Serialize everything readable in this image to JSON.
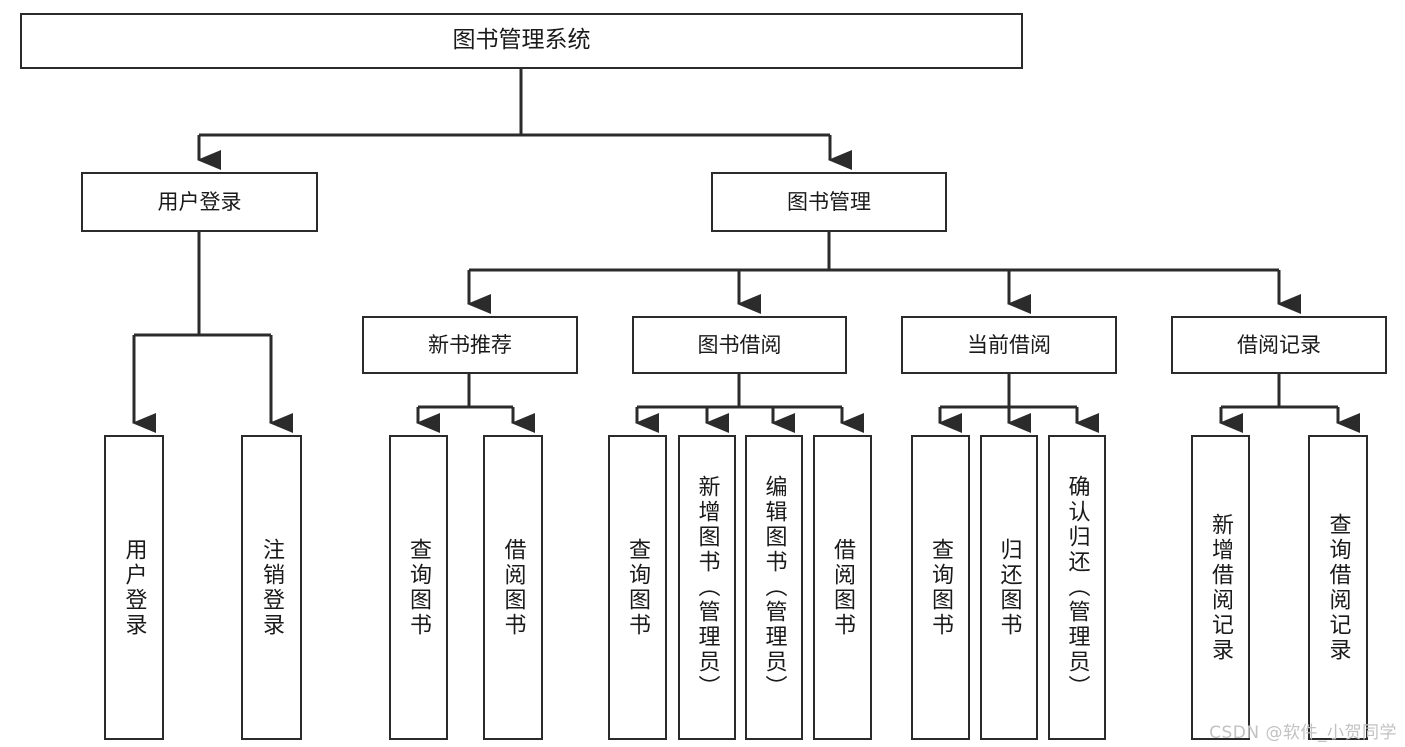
{
  "diagram": {
    "title": "图书管理系统",
    "background": "#ffffff",
    "border_color": "#2b2b2b",
    "text_color": "#1a1a1a",
    "root": {
      "label": "图书管理系统"
    },
    "level2": [
      {
        "label": "用户登录"
      },
      {
        "label": "图书管理"
      }
    ],
    "level3": [
      {
        "label": "新书推荐"
      },
      {
        "label": "图书借阅"
      },
      {
        "label": "当前借阅"
      },
      {
        "label": "借阅记录"
      }
    ],
    "leaves": [
      {
        "label": "用户登录"
      },
      {
        "label": "注销登录"
      },
      {
        "label": "查询图书"
      },
      {
        "label": "借阅图书"
      },
      {
        "label": "查询图书"
      },
      {
        "label": "新增图书（管理员）"
      },
      {
        "label": "编辑图书（管理员）"
      },
      {
        "label": "借阅图书"
      },
      {
        "label": "查询图书"
      },
      {
        "label": "归还图书"
      },
      {
        "label": "确认归还（管理员）"
      },
      {
        "label": "新增借阅记录"
      },
      {
        "label": "查询借阅记录"
      }
    ]
  },
  "watermark": {
    "text": "CSDN @软件_小贺同学",
    "color": "#c2c2c2"
  }
}
